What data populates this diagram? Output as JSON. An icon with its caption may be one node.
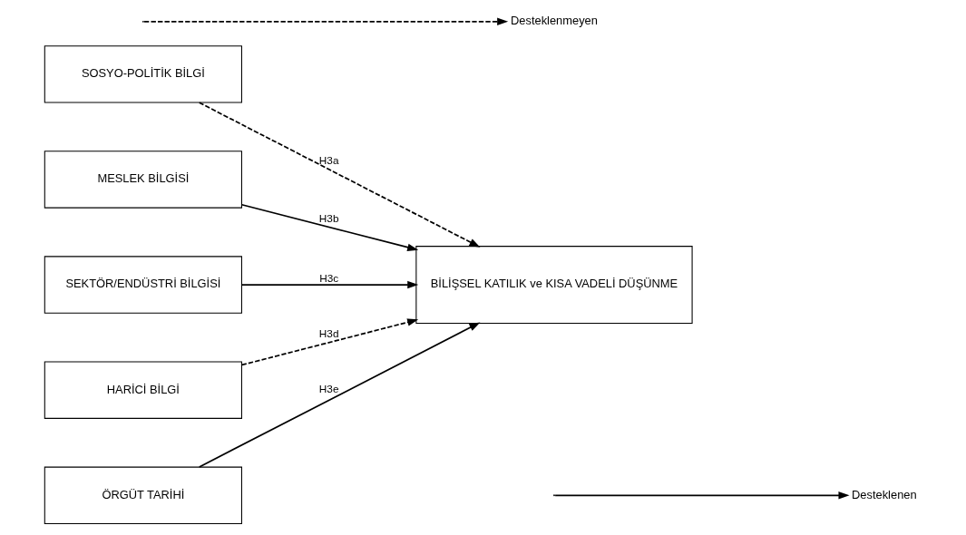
{
  "diagram": {
    "nodes": [
      {
        "text": [
          "SOSYO-POLİTİK BİLGİ"
        ]
      },
      {
        "text": [
          "MESLEK BİLGİSİ"
        ]
      },
      {
        "text": [
          "SEKTÖR/ENDÜSTRİ BİLGİSİ"
        ]
      },
      {
        "text": [
          "HARİCİ BİLGİ"
        ]
      },
      {
        "text": [
          "ÖRGÜT TARİHİ"
        ]
      },
      {
        "text": [
          "BİLİŞSEL KATILIK ve KISA VADELİ DÜŞÜNME"
        ]
      }
    ],
    "edges": [
      {
        "from": 0,
        "to": 5,
        "arrow": "to",
        "label": "H3a",
        "style": "dashed"
      },
      {
        "from": 1,
        "to": 5,
        "arrow": "to",
        "label": "H3b"
      },
      {
        "from": 2,
        "to": 5,
        "arrow": "to",
        "label": "H3c"
      },
      {
        "from": 3,
        "to": 5,
        "arrow": "to",
        "label": "H3d",
        "style": "dashed"
      },
      {
        "from": 4,
        "to": 5,
        "arrow": "to",
        "label": "H3e"
      }
    ],
    "legend": [
      {
        "text": "Desteklenen"
      },
      {
        "text": "Desteklenmeyen"
      }
    ]
  }
}
